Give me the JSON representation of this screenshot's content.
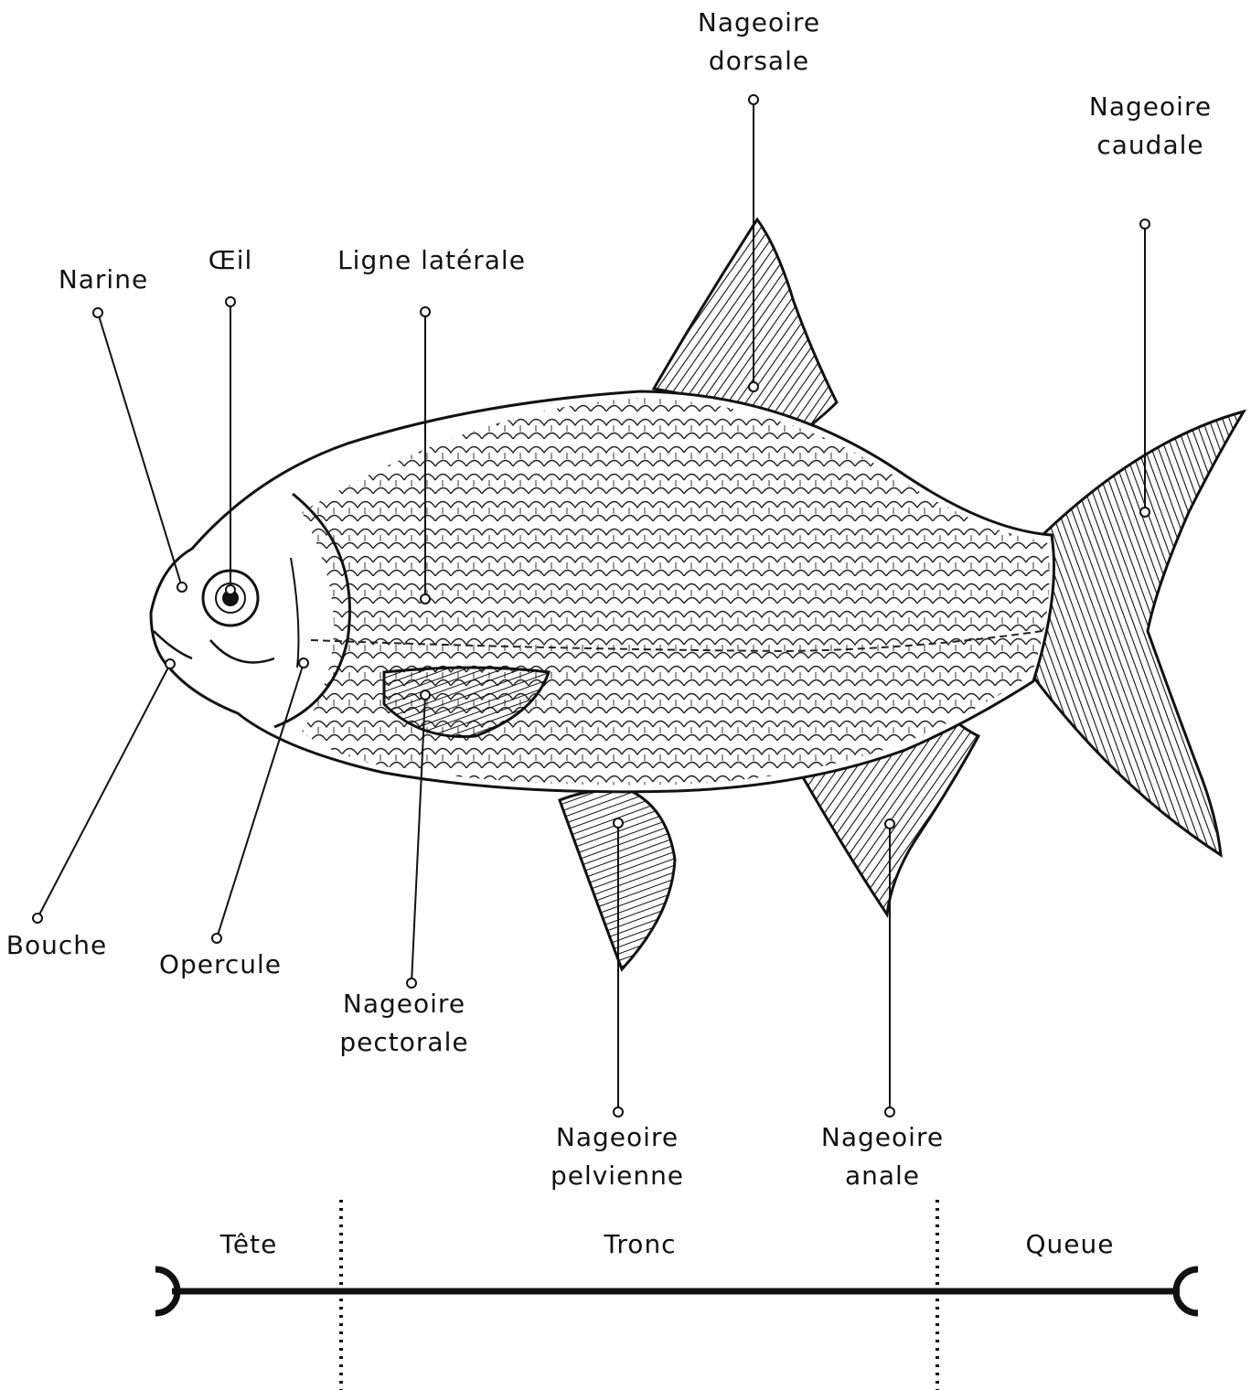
{
  "labels": {
    "narine": "Narine",
    "oeil": "Œil",
    "ligne_laterale": "Ligne latérale",
    "nageoire_dorsale": [
      "Nageoire",
      "dorsale"
    ],
    "nageoire_caudale": [
      "Nageoire",
      "caudale"
    ],
    "bouche": "Bouche",
    "opercule": "Opercule",
    "nageoire_pectorale": [
      "Nageoire",
      "pectorale"
    ],
    "nageoire_pelvienne": [
      "Nageoire",
      "pelvienne"
    ],
    "nageoire_anale": [
      "Nageoire",
      "anale"
    ]
  },
  "segments": {
    "tete": "Tête",
    "tronc": "Tronc",
    "queue": "Queue"
  },
  "colors": {
    "ink": "#111111",
    "background": "#ffffff"
  }
}
